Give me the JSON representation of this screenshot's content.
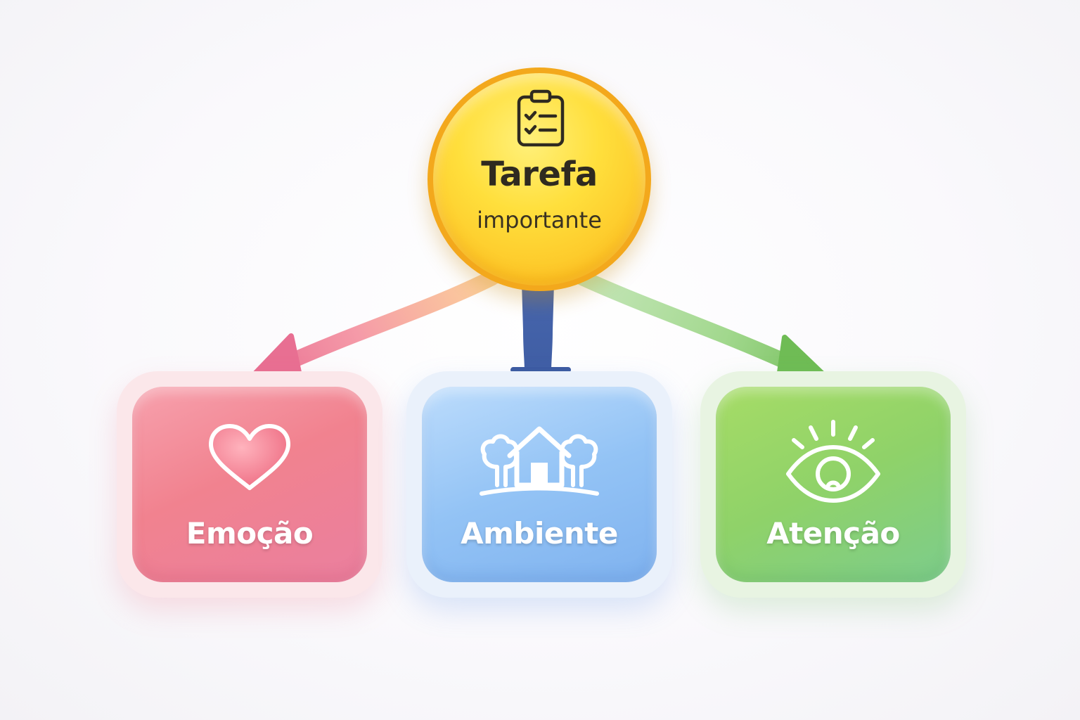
{
  "center_node": {
    "icon": "clipboard-checklist-icon",
    "title": "Tarefa",
    "subtitle": "importante",
    "color": "#fdd835"
  },
  "categories": [
    {
      "label": "Emoção",
      "icon": "heart-icon",
      "color": "#f1828f"
    },
    {
      "label": "Ambiente",
      "icon": "house-icon",
      "color": "#93c3f5"
    },
    {
      "label": "Atenção",
      "icon": "eye-icon",
      "color": "#8fd269"
    }
  ],
  "connections": [
    {
      "from": "Tarefa importante",
      "to": "Emoção",
      "color": "#ee7b96"
    },
    {
      "from": "Tarefa importante",
      "to": "Ambiente",
      "color": "#3f5fa6"
    },
    {
      "from": "Tarefa importante",
      "to": "Atenção",
      "color": "#78c35e"
    }
  ]
}
